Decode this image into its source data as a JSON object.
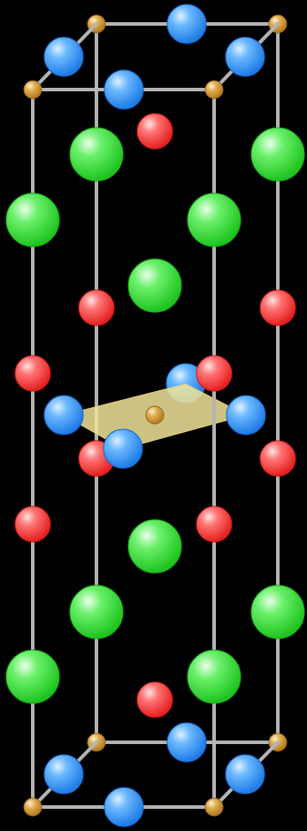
{
  "colors": {
    "background": "#000000",
    "frame_edge": "#b4b4b4",
    "vertex_atom": "#d19a3a",
    "blue_atom": "#2e8cf0",
    "red_atom": "#f03a3a",
    "green_atom": "#35d835",
    "plane": "#f1e49a"
  },
  "atom_types": [
    {
      "name": "vertex-atom",
      "color": "#d19a3a"
    },
    {
      "name": "blue-atom",
      "color": "#2e8cf0"
    },
    {
      "name": "red-atom",
      "color": "#f03a3a"
    },
    {
      "name": "green-atom",
      "color": "#35d835"
    }
  ]
}
